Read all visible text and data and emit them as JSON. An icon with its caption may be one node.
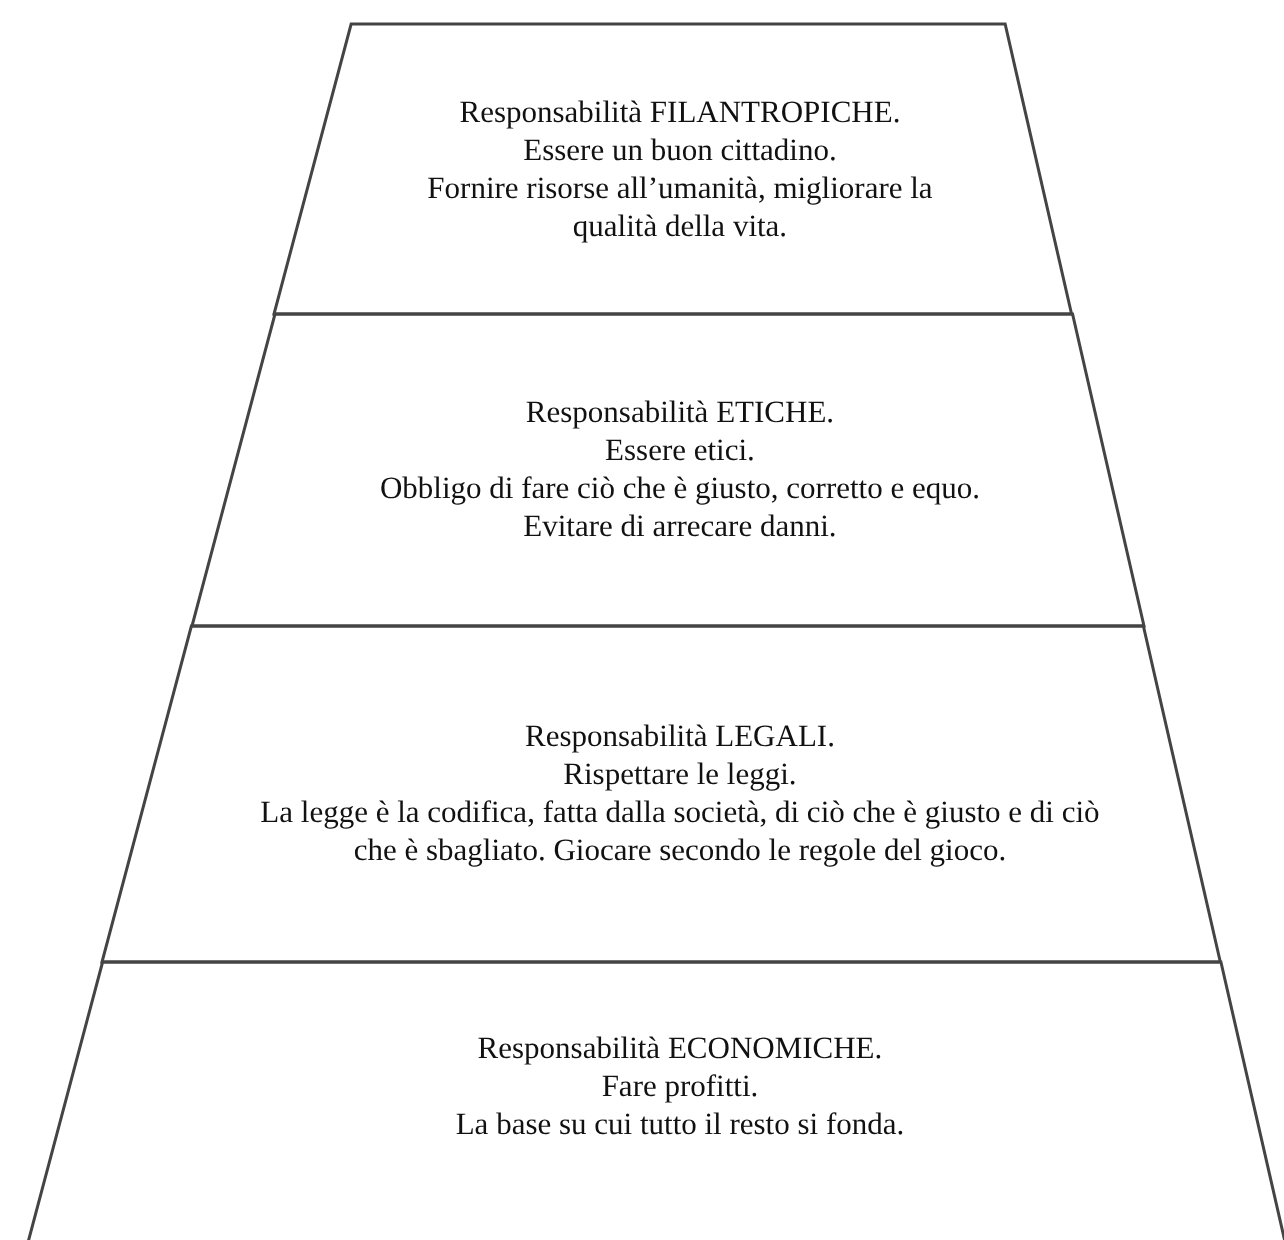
{
  "diagram": {
    "nodes": [
      {
        "text": [
          "Responsabilità FILANTROPICHE.",
          "Essere un buon cittadino.",
          "Fornire risorse all’umanità, migliorare la qualità della vita."
        ]
      },
      {
        "text": [
          "Responsabilità ETICHE.",
          "Essere etici.",
          "Obbligo di fare ciò che è giusto, corretto e equo. Evitare di arrecare danni."
        ]
      },
      {
        "text": [
          "Responsabilità LEGALI.",
          "Rispettare le leggi.",
          "La legge è la codifica, fatta dalla società, di ciò che è giusto e di ciò che è sbagliato. Giocare secondo le regole del gioco."
        ]
      },
      {
        "text": [
          "Responsabilità ECONOMICHE.",
          "Fare profitti.",
          "La base su cui tutto il resto si fonda."
        ]
      }
    ]
  }
}
